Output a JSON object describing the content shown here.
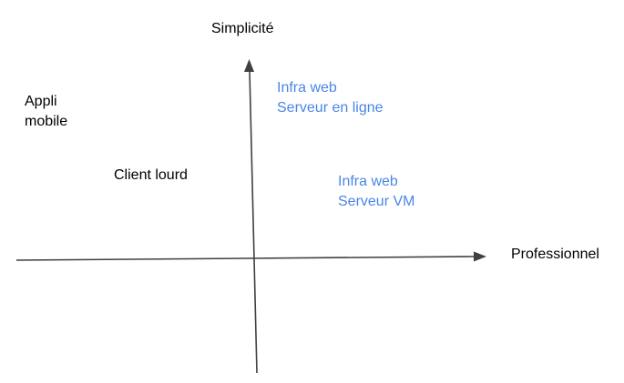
{
  "axes": {
    "y_label": "Simplicité",
    "x_label": "Professionnel"
  },
  "items": {
    "appli": [
      "Appli",
      "mobile"
    ],
    "client": [
      "Client lourd"
    ],
    "infra_web_online": [
      "Infra web",
      "Serveur en ligne"
    ],
    "infra_web_vm": [
      "Infra web",
      "Serveur VM"
    ]
  },
  "colors": {
    "axis": "#404040",
    "text": "#000000",
    "highlight": "#4a86e8"
  }
}
